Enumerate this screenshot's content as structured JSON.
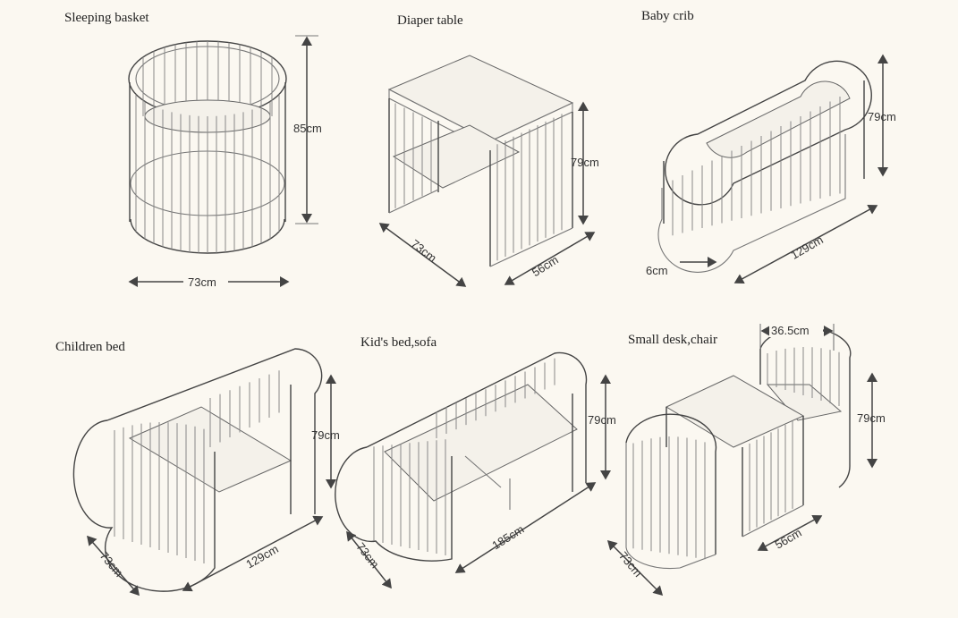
{
  "panels": [
    {
      "id": "sleeping-basket",
      "title": "Sleeping basket",
      "dims": [
        "85cm",
        "73cm"
      ]
    },
    {
      "id": "diaper-table",
      "title": "Diaper table",
      "dims": [
        "79cm",
        "73cm",
        "56cm"
      ]
    },
    {
      "id": "baby-crib",
      "title": "Baby crib",
      "dims": [
        "79cm",
        "129cm",
        "6cm"
      ]
    },
    {
      "id": "children-bed",
      "title": "Children bed",
      "dims": [
        "79cm",
        "129cm",
        "73cm"
      ]
    },
    {
      "id": "kids-bed-sofa",
      "title": "Kid's bed,sofa",
      "dims": [
        "79cm",
        "185cm",
        "73cm"
      ]
    },
    {
      "id": "small-desk-chair",
      "title": "Small desk,chair",
      "dims": [
        "36.5cm",
        "79cm",
        "56cm",
        "73cm"
      ]
    }
  ],
  "colors": {
    "background": "#fbf8f1",
    "line": "#777777",
    "text": "#222222"
  }
}
